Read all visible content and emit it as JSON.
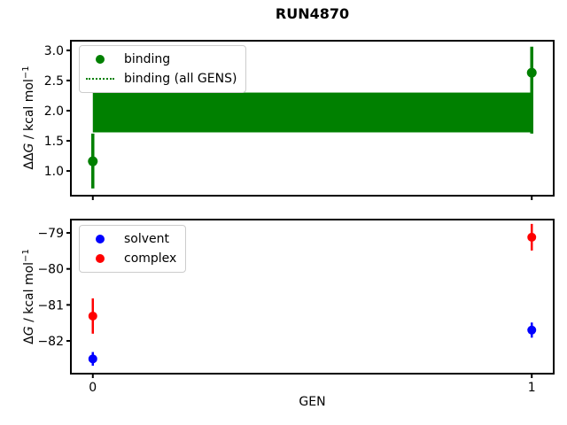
{
  "chart_data": [
    {
      "type": "scatter",
      "title": "RUN4870",
      "ylabel": "ΔΔG / kcal mol−1",
      "ylabel_parts": {
        "prefix": "ΔΔ",
        "italic": "G",
        "unit": " / kcal mol",
        "sup": "−1"
      },
      "xlabel": "",
      "xlim": [
        -0.05,
        1.05
      ],
      "ylim": [
        0.59,
        3.16
      ],
      "ytick_values": [
        1.0,
        1.5,
        2.0,
        2.5,
        3.0
      ],
      "ytick_labels": [
        "1.0",
        "1.5",
        "2.0",
        "2.5",
        "3.0"
      ],
      "xtick_values": [
        0,
        1
      ],
      "grid": false,
      "legend_position": "upper left",
      "series": [
        {
          "name": "binding",
          "color": "#008000",
          "marker": "circle",
          "x": [
            0,
            1
          ],
          "y": [
            1.16,
            2.63
          ],
          "yerr_lo": [
            0.45,
            1.01
          ],
          "yerr_hi": [
            0.46,
            0.43
          ]
        }
      ],
      "band": {
        "name": "binding (all GENS)",
        "color": "#008000",
        "linestyle": "dotted",
        "x": [
          0,
          1
        ],
        "y_low": 1.64,
        "y_high": 2.3
      }
    },
    {
      "type": "scatter",
      "title": "",
      "ylabel": "ΔG / kcal mol−1",
      "ylabel_parts": {
        "prefix": "Δ",
        "italic": "G",
        "unit": " / kcal mol",
        "sup": "−1"
      },
      "xlabel": "GEN",
      "xlim": [
        -0.05,
        1.05
      ],
      "ylim": [
        -82.91,
        -78.63
      ],
      "ytick_values": [
        -79,
        -80,
        -81,
        -82
      ],
      "ytick_labels": [
        "−79",
        "−80",
        "−81",
        "−82"
      ],
      "xtick_values": [
        0,
        1
      ],
      "xtick_labels": [
        "0",
        "1"
      ],
      "grid": false,
      "legend_position": "upper left",
      "series": [
        {
          "name": "solvent",
          "color": "#0000ff",
          "marker": "circle",
          "x": [
            0,
            1
          ],
          "y": [
            -82.5,
            -81.7
          ],
          "yerr_lo": [
            0.19,
            0.21
          ],
          "yerr_hi": [
            0.19,
            0.21
          ]
        },
        {
          "name": "complex",
          "color": "#ff0000",
          "marker": "circle",
          "x": [
            0,
            1
          ],
          "y": [
            -81.31,
            -79.12
          ],
          "yerr_lo": [
            0.49,
            0.37
          ],
          "yerr_hi": [
            0.49,
            0.37
          ]
        }
      ]
    }
  ]
}
